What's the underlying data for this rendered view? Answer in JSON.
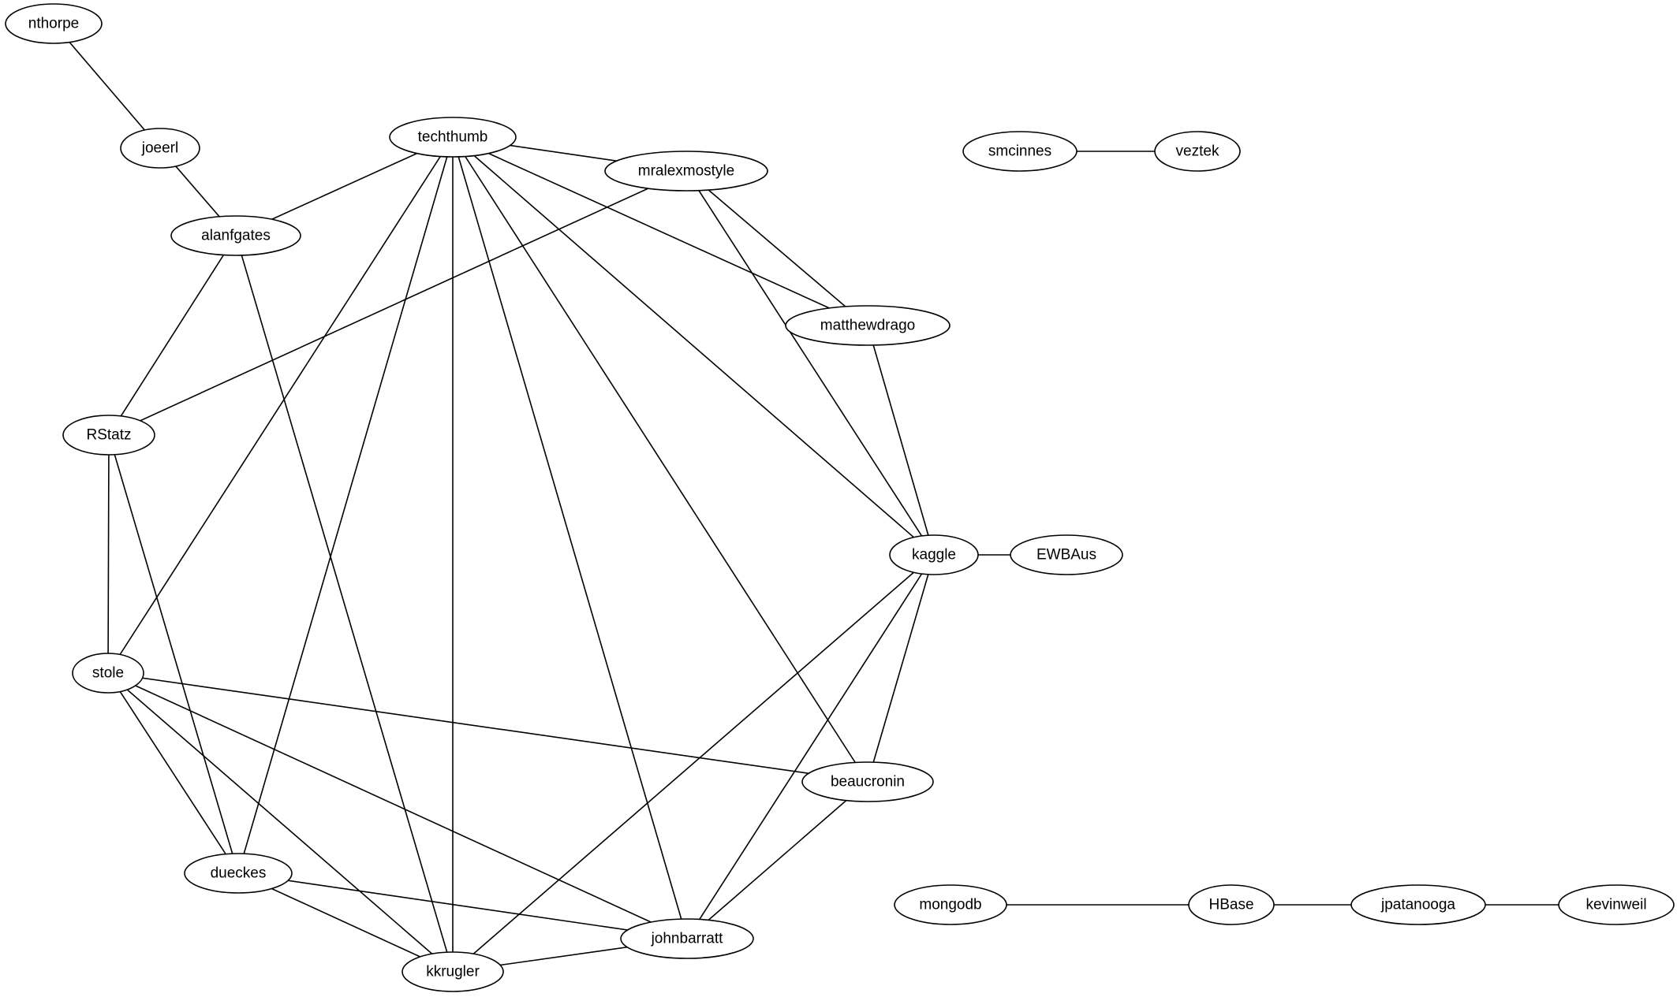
{
  "graph": {
    "type": "undirected",
    "colors": {
      "stroke": "#000000",
      "node_fill": "#ffffff",
      "background": "#ffffff"
    },
    "nodes": [
      {
        "id": "nthorpe",
        "label": "nthorpe"
      },
      {
        "id": "joeerl",
        "label": "joeerl"
      },
      {
        "id": "alanfgates",
        "label": "alanfgates"
      },
      {
        "id": "techthumb",
        "label": "techthumb"
      },
      {
        "id": "mralexmostyle",
        "label": "mralexmostyle"
      },
      {
        "id": "smcinnes",
        "label": "smcinnes"
      },
      {
        "id": "veztek",
        "label": "veztek"
      },
      {
        "id": "matthewdrago",
        "label": "matthewdrago"
      },
      {
        "id": "RStatz",
        "label": "RStatz"
      },
      {
        "id": "kaggle",
        "label": "kaggle"
      },
      {
        "id": "EWBAus",
        "label": "EWBAus"
      },
      {
        "id": "stole",
        "label": "stole"
      },
      {
        "id": "beaucronin",
        "label": "beaucronin"
      },
      {
        "id": "dueckes",
        "label": "dueckes"
      },
      {
        "id": "mongodb",
        "label": "mongodb"
      },
      {
        "id": "HBase",
        "label": "HBase"
      },
      {
        "id": "jpatanooga",
        "label": "jpatanooga"
      },
      {
        "id": "kevinweil",
        "label": "kevinweil"
      },
      {
        "id": "johnbarratt",
        "label": "johnbarratt"
      },
      {
        "id": "kkrugler",
        "label": "kkrugler"
      }
    ],
    "edges": [
      [
        "nthorpe",
        "joeerl"
      ],
      [
        "joeerl",
        "alanfgates"
      ],
      [
        "techthumb",
        "alanfgates"
      ],
      [
        "techthumb",
        "mralexmostyle"
      ],
      [
        "techthumb",
        "matthewdrago"
      ],
      [
        "techthumb",
        "kaggle"
      ],
      [
        "techthumb",
        "beaucronin"
      ],
      [
        "techthumb",
        "johnbarratt"
      ],
      [
        "techthumb",
        "kkrugler"
      ],
      [
        "techthumb",
        "dueckes"
      ],
      [
        "techthumb",
        "stole"
      ],
      [
        "mralexmostyle",
        "RStatz"
      ],
      [
        "mralexmostyle",
        "matthewdrago"
      ],
      [
        "mralexmostyle",
        "kaggle"
      ],
      [
        "smcinnes",
        "veztek"
      ],
      [
        "matthewdrago",
        "kaggle"
      ],
      [
        "alanfgates",
        "RStatz"
      ],
      [
        "alanfgates",
        "kkrugler"
      ],
      [
        "RStatz",
        "stole"
      ],
      [
        "RStatz",
        "dueckes"
      ],
      [
        "kaggle",
        "EWBAus"
      ],
      [
        "kaggle",
        "beaucronin"
      ],
      [
        "kaggle",
        "johnbarratt"
      ],
      [
        "kaggle",
        "kkrugler"
      ],
      [
        "stole",
        "beaucronin"
      ],
      [
        "stole",
        "dueckes"
      ],
      [
        "stole",
        "kkrugler"
      ],
      [
        "stole",
        "johnbarratt"
      ],
      [
        "beaucronin",
        "johnbarratt"
      ],
      [
        "dueckes",
        "johnbarratt"
      ],
      [
        "dueckes",
        "kkrugler"
      ],
      [
        "johnbarratt",
        "kkrugler"
      ],
      [
        "mongodb",
        "HBase"
      ],
      [
        "HBase",
        "jpatanooga"
      ],
      [
        "jpatanooga",
        "kevinweil"
      ]
    ]
  }
}
